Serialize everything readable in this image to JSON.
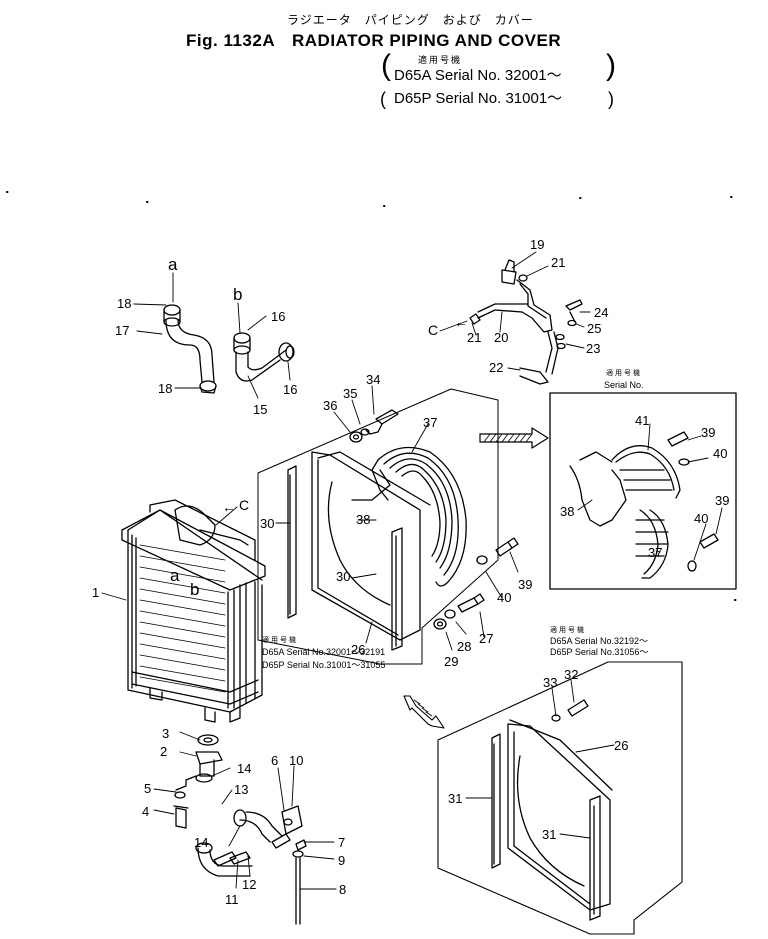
{
  "header": {
    "jp_title": "ラジエータ　パイピング　および　カバー",
    "fig_no": "Fig. 1132A",
    "title": "RADIATOR PIPING AND COVER",
    "applicable_jp": "適用号機",
    "serial_line_1": "D65A Serial No. 32001～",
    "serial_line_2": "D65P Serial No. 31001～"
  },
  "inset_serial_label": {
    "jp": "適用号機",
    "label": "Serial No."
  },
  "notes": {
    "mid_jp": "適用号機",
    "mid_line_1": "D65A Serial No.32001～32191",
    "mid_line_2": "D65P Serial No.31001～31055",
    "low_jp": "適用号機",
    "low_line_1": "D65A Serial No.32192～",
    "low_line_2": "D65P Serial No.31056～"
  },
  "connection_letters": {
    "a": "a",
    "b": "b",
    "c": "C"
  },
  "callouts": [
    "1",
    "2",
    "3",
    "4",
    "5",
    "6",
    "7",
    "8",
    "9",
    "10",
    "11",
    "12",
    "13",
    "14",
    "15",
    "16",
    "17",
    "18",
    "19",
    "20",
    "21",
    "22",
    "23",
    "24",
    "25",
    "26",
    "27",
    "28",
    "29",
    "30",
    "31",
    "32",
    "33",
    "34",
    "35",
    "36",
    "37",
    "38",
    "39",
    "40",
    "41"
  ]
}
